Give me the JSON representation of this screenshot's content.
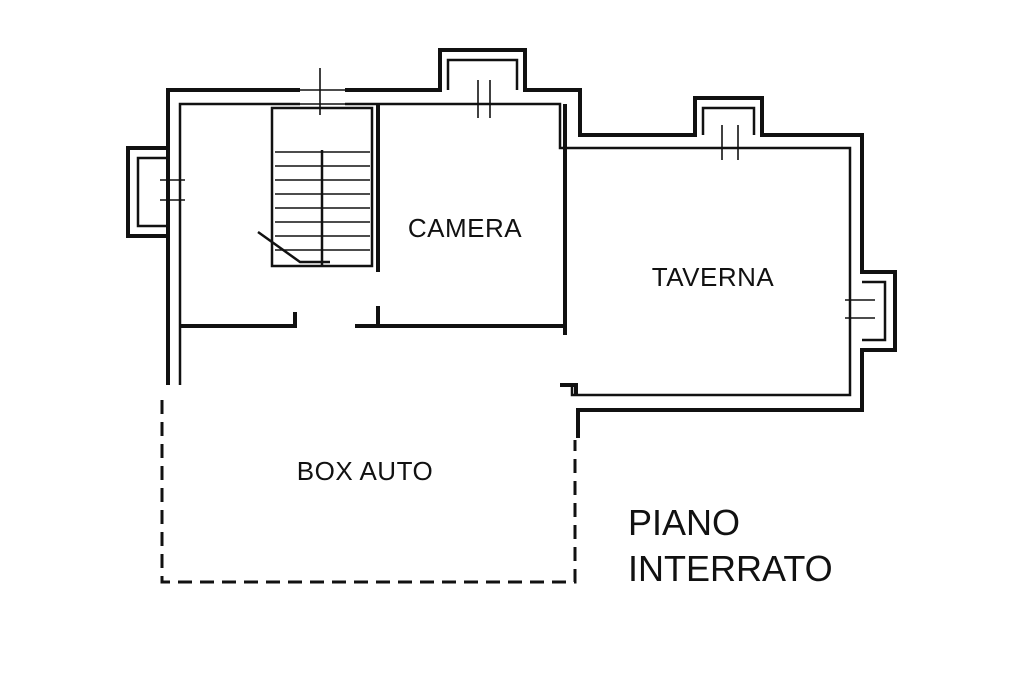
{
  "rooms": {
    "camera": "CAMERA",
    "taverna": "TAVERNA",
    "box_auto": "BOX AUTO"
  },
  "floor_label": {
    "line1": "PIANO",
    "line2": "INTERRATO"
  }
}
